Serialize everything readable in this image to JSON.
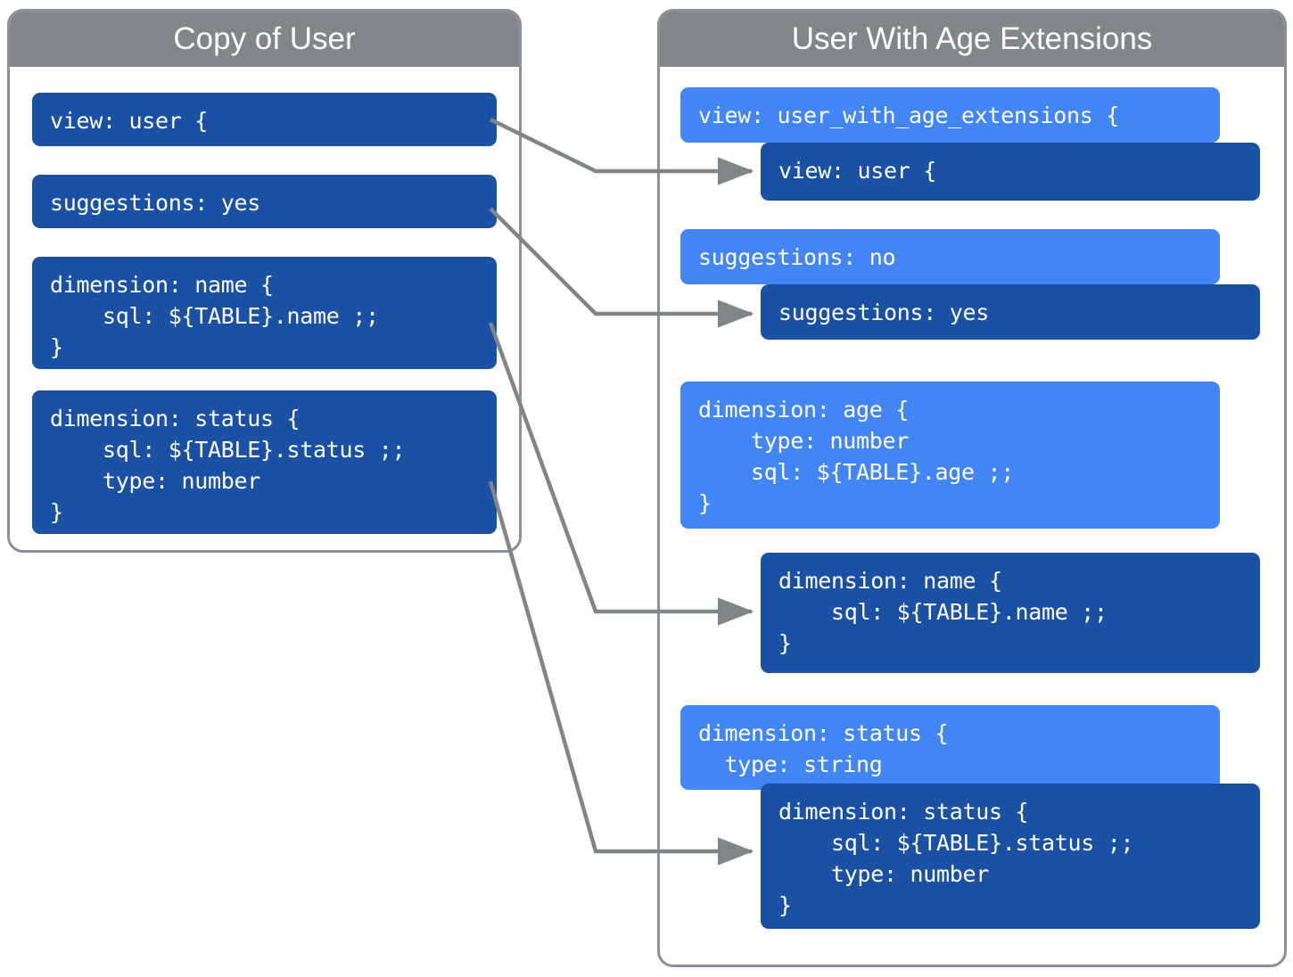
{
  "diagram": {
    "title": "LookML view extension diagram",
    "colors": {
      "panel_border": "#8b9096",
      "panel_header": "#82868c",
      "block_dark_blue": "#1a51a5",
      "block_light_blue": "#4285f4",
      "connector": "#808588",
      "background": "#ffffff",
      "text": "#ffffff"
    }
  },
  "panels": [
    {
      "id": "copy-of-user",
      "title": "Copy of User",
      "blocks": [
        {
          "id": "left-view",
          "variant": "dark",
          "text": "view: user {"
        },
        {
          "id": "left-suggestions",
          "variant": "dark",
          "text": "suggestions: yes"
        },
        {
          "id": "left-dimension-name",
          "variant": "dark",
          "text": "dimension: name {\n    sql: ${TABLE}.name ;;\n}"
        },
        {
          "id": "left-dimension-status",
          "variant": "dark",
          "text": "dimension: status {\n    sql: ${TABLE}.status ;;\n    type: number\n}"
        }
      ]
    },
    {
      "id": "user-with-age-extensions",
      "title": "User With Age Extensions",
      "blocks": [
        {
          "id": "right-view-extended",
          "variant": "light",
          "text": "view: user_with_age_extensions {"
        },
        {
          "id": "right-view-inherited",
          "variant": "dark",
          "text": "view: user {"
        },
        {
          "id": "right-suggestions-no",
          "variant": "light",
          "text": "suggestions: no"
        },
        {
          "id": "right-suggestions-yes",
          "variant": "dark",
          "text": "suggestions: yes"
        },
        {
          "id": "right-dimension-age",
          "variant": "light",
          "text": "dimension: age {\n    type: number\n    sql: ${TABLE}.age ;;\n}"
        },
        {
          "id": "right-dimension-name",
          "variant": "dark",
          "text": "dimension: name {\n    sql: ${TABLE}.name ;;\n}"
        },
        {
          "id": "right-dimension-status-light",
          "variant": "light",
          "text": "dimension: status {\n  type: string"
        },
        {
          "id": "right-dimension-status-dark",
          "variant": "dark",
          "text": "dimension: status {\n    sql: ${TABLE}.status ;;\n    type: number\n}"
        }
      ]
    }
  ],
  "connectors": [
    {
      "id": "view-connector",
      "from": "left-view",
      "to": "right-view-inherited"
    },
    {
      "id": "suggestions-connector",
      "from": "left-suggestions",
      "to": "right-suggestions-yes"
    },
    {
      "id": "dimension-name-connector",
      "from": "left-dimension-name",
      "to": "right-dimension-name"
    },
    {
      "id": "dimension-status-connector",
      "from": "left-dimension-status",
      "to": "right-dimension-status-dark"
    }
  ]
}
